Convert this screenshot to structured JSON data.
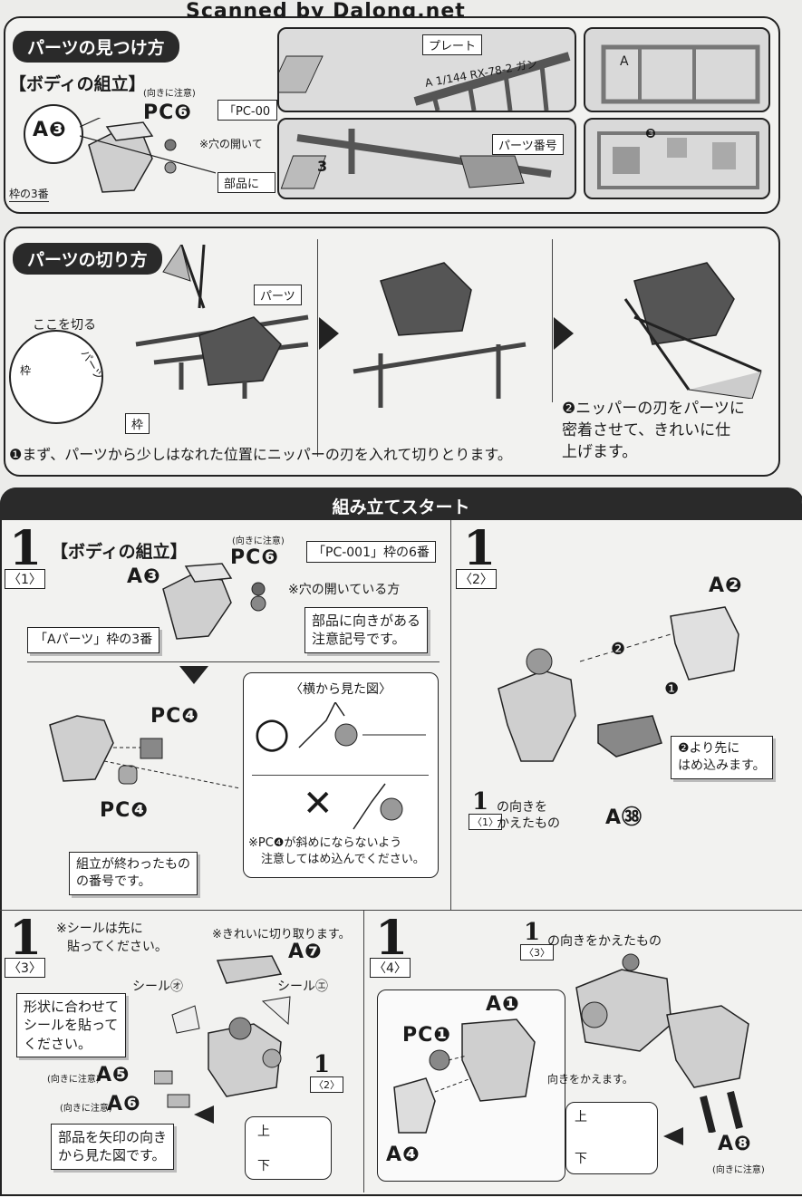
{
  "header": {
    "watermark": "Scanned by Dalong.net"
  },
  "find_parts": {
    "title": "パーツの見つけ方",
    "subtitle": "【ボディの組立】",
    "circle_label": "A❸",
    "frame_label": "枠の3番",
    "pc_label": "PC❻",
    "pc_note": "(向きに注意)",
    "pc_frame_ref": "「PC-00",
    "hole_note": "※穴の開いて",
    "parts_note": "部品に",
    "plate_label": "プレート",
    "plate_text": "A 1/144 RX-78-2 ガン",
    "part_number_label": "パーツ番号",
    "runner_letter": "A",
    "runner_number": "3",
    "runner_mark": "❸"
  },
  "cut_parts": {
    "title": "パーツの切り方",
    "parts_label": "パーツ",
    "cut_here": "ここを切る",
    "frame_label": "枠",
    "frame_inline": "枠",
    "parts_inline": "パーツ",
    "step1": "❶まず、パーツから少しはなれた位置にニッパーの刃を入れて切りとります。",
    "step2_line1": "❷ニッパーの刃をパーツに",
    "step2_line2": "密着させて、きれいに仕",
    "step2_line3": "上げます。"
  },
  "start": {
    "title": "組み立てスタート",
    "step1": {
      "num": "1",
      "sub": "〈1〉",
      "subtitle": "【ボディの組立】",
      "a3": "A❸",
      "pc6_note": "(向きに注意)",
      "pc6": "PC❻",
      "pc_frame": "「PC-001」枠の6番",
      "hole": "※穴の開いている方",
      "caution": "部品に向きがある",
      "caution2": "注意記号です。",
      "a_frame": "「Aパーツ」枠の3番",
      "pc4_top": "PC❹",
      "pc4_bottom": "PC❹",
      "side_view": "〈横から見た図〉",
      "ok_mark": "○",
      "ng_mark": "✕",
      "pc4_warn1": "※PC❹が斜めにならないよう",
      "pc4_warn2": "注意してはめ込んでください。",
      "done1": "組立が終わったもの",
      "done2": "の番号です。"
    },
    "step2": {
      "num": "1",
      "sub": "〈2〉",
      "a2": "A❷",
      "a38": "A㊳",
      "arrow1": "❶",
      "arrow2": "❷",
      "insert1": "❷より先に",
      "insert2": "はめ込みます。",
      "ref_num": "1",
      "ref_sub": "〈1〉",
      "ref_text1": "の向きを",
      "ref_text2": "かえたもの"
    },
    "step3": {
      "num": "1",
      "sub": "〈3〉",
      "seal_note1": "※シールは先に",
      "seal_note2": "貼ってください。",
      "cut_note": "※きれいに切り取ります。",
      "a7": "A❼",
      "seal_o": "シール㋔",
      "seal_e": "シール㋓",
      "shape1": "形状に合わせて",
      "shape2": "シールを貼って",
      "shape3": "ください。",
      "a5_note": "(向きに注意)",
      "a5": "A❺",
      "a6_note": "(向きに注意)",
      "a6": "A❻",
      "ref_num": "1",
      "ref_sub": "〈2〉",
      "arrow_view1": "部品を矢印の向き",
      "arrow_view2": "から見た図です。",
      "up": "上",
      "down": "下"
    },
    "step4": {
      "num": "1",
      "sub": "〈4〉",
      "ref_num": "1",
      "ref_sub": "〈3〉",
      "ref_text": "の向きをかえたもの",
      "a1": "A❶",
      "pc1": "PC❶",
      "a4": "A❹",
      "rotate": "向きをかえます。",
      "a8": "A❽",
      "a8_note": "(向きに注意)",
      "up": "上",
      "down": "下"
    }
  }
}
